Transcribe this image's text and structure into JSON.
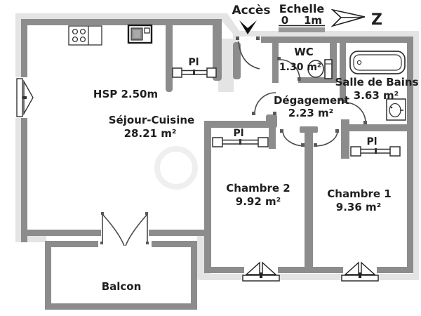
{
  "plan": {
    "header": {
      "acces": "Accès",
      "scale_title": "Echelle",
      "scale_tick0": "0",
      "scale_tick1": "1m",
      "north": "Z"
    },
    "rooms": {
      "sejour": {
        "name": "Séjour-Cuisine",
        "area": "28.21 m²",
        "ceiling": "HSP 2.50m"
      },
      "wc": {
        "name": "WC",
        "area": "1.30 m²"
      },
      "degagement": {
        "name": "Dégagement",
        "area": "2.23 m²"
      },
      "salle_de_bains": {
        "name": "Salle de Bains",
        "area": "3.63 m²"
      },
      "chambre2": {
        "name": "Chambre 2",
        "area": "9.92 m²"
      },
      "chambre1": {
        "name": "Chambre 1",
        "area": "9.36 m²"
      },
      "balcon": {
        "name": "Balcon"
      }
    },
    "closet_label": "Pl",
    "colors": {
      "wall": "#8c8c8c",
      "halo": "#e4e4e4",
      "line": "#4a4a4a",
      "scalebar": "#999999",
      "text": "#1f1f1f"
    }
  }
}
